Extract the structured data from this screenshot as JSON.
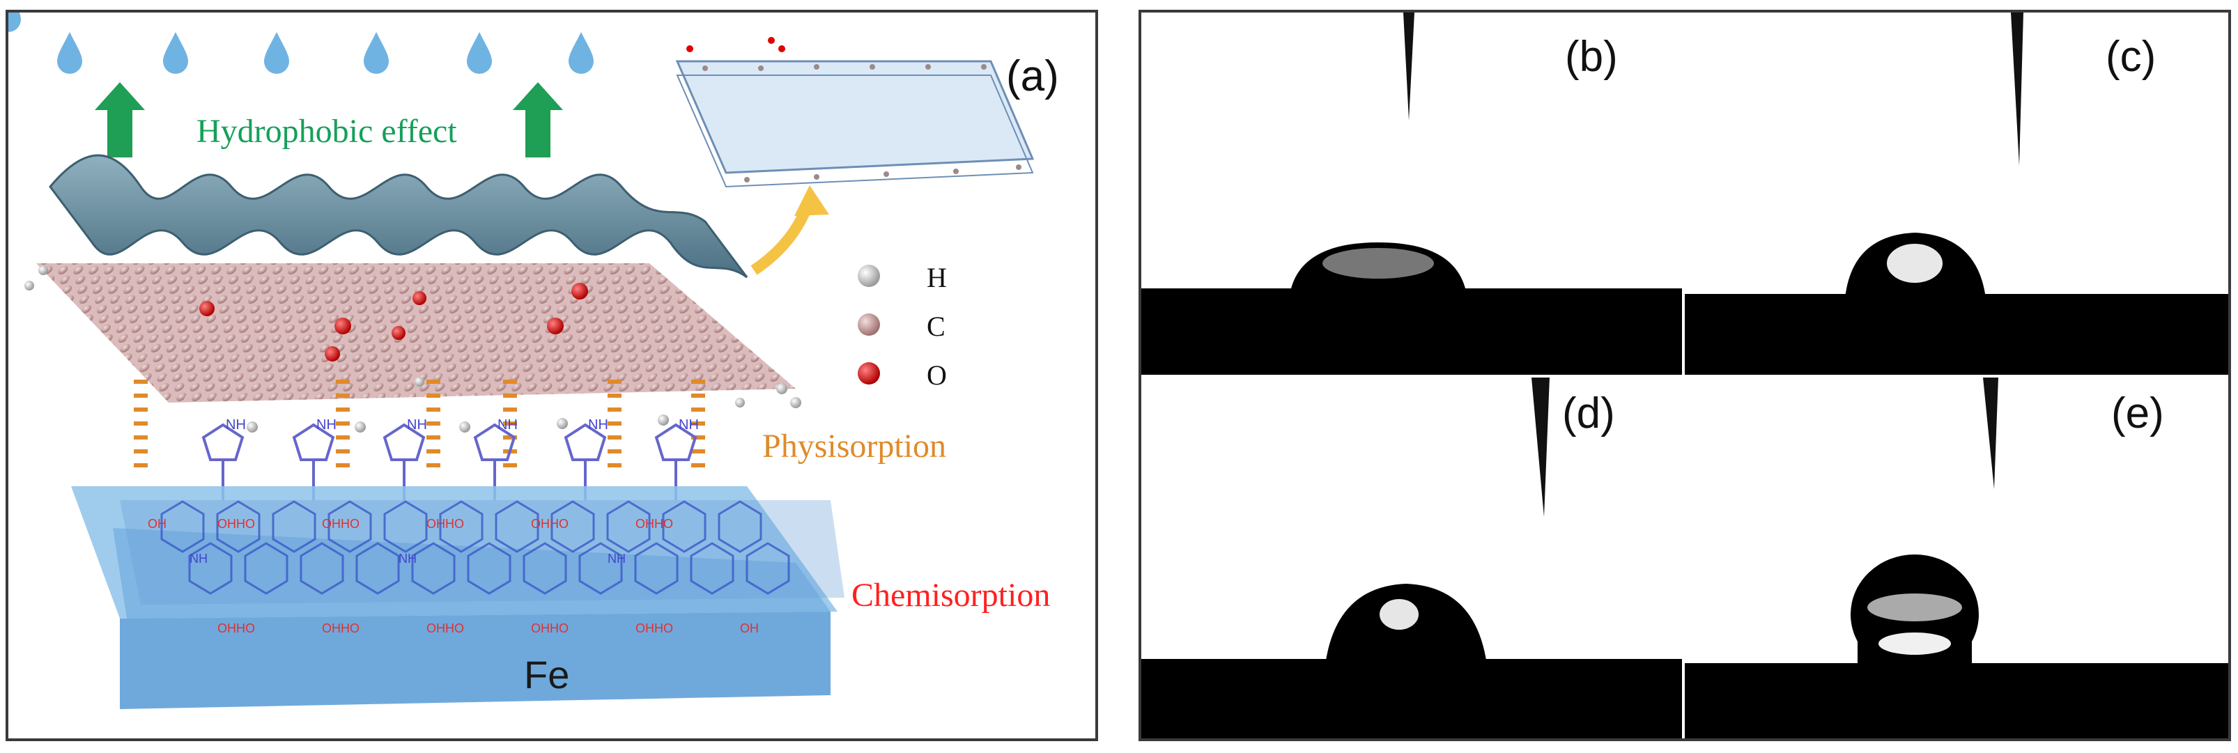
{
  "panel_a": {
    "label": "(a)",
    "hydrophobic_label": "Hydrophobic effect",
    "physisorption_label": "Physisorption",
    "chemisorption_label": "Chemisorption",
    "substrate_label": "Fe",
    "legend": [
      {
        "symbol": "H",
        "color": "#e6e6e6"
      },
      {
        "symbol": "C",
        "color": "#c79a9a"
      },
      {
        "symbol": "O",
        "color": "#e00000"
      }
    ],
    "molecule_text": {
      "nh": "NH",
      "oh": "OH",
      "ohho": "OHHO"
    },
    "colors": {
      "hydrophobic": "#15a05a",
      "physisorption": "#e08a2a",
      "chemisorption": "#ff2020",
      "arrow": "#1f9e55",
      "drop": "#6fb3e3",
      "sheet": "#5f8799",
      "fe_top": "#8ec3ea",
      "fe_front": "#6fa9dc"
    }
  },
  "photos": [
    {
      "label": "(b)"
    },
    {
      "label": "(c)"
    },
    {
      "label": "(d)"
    },
    {
      "label": "(e)"
    }
  ]
}
